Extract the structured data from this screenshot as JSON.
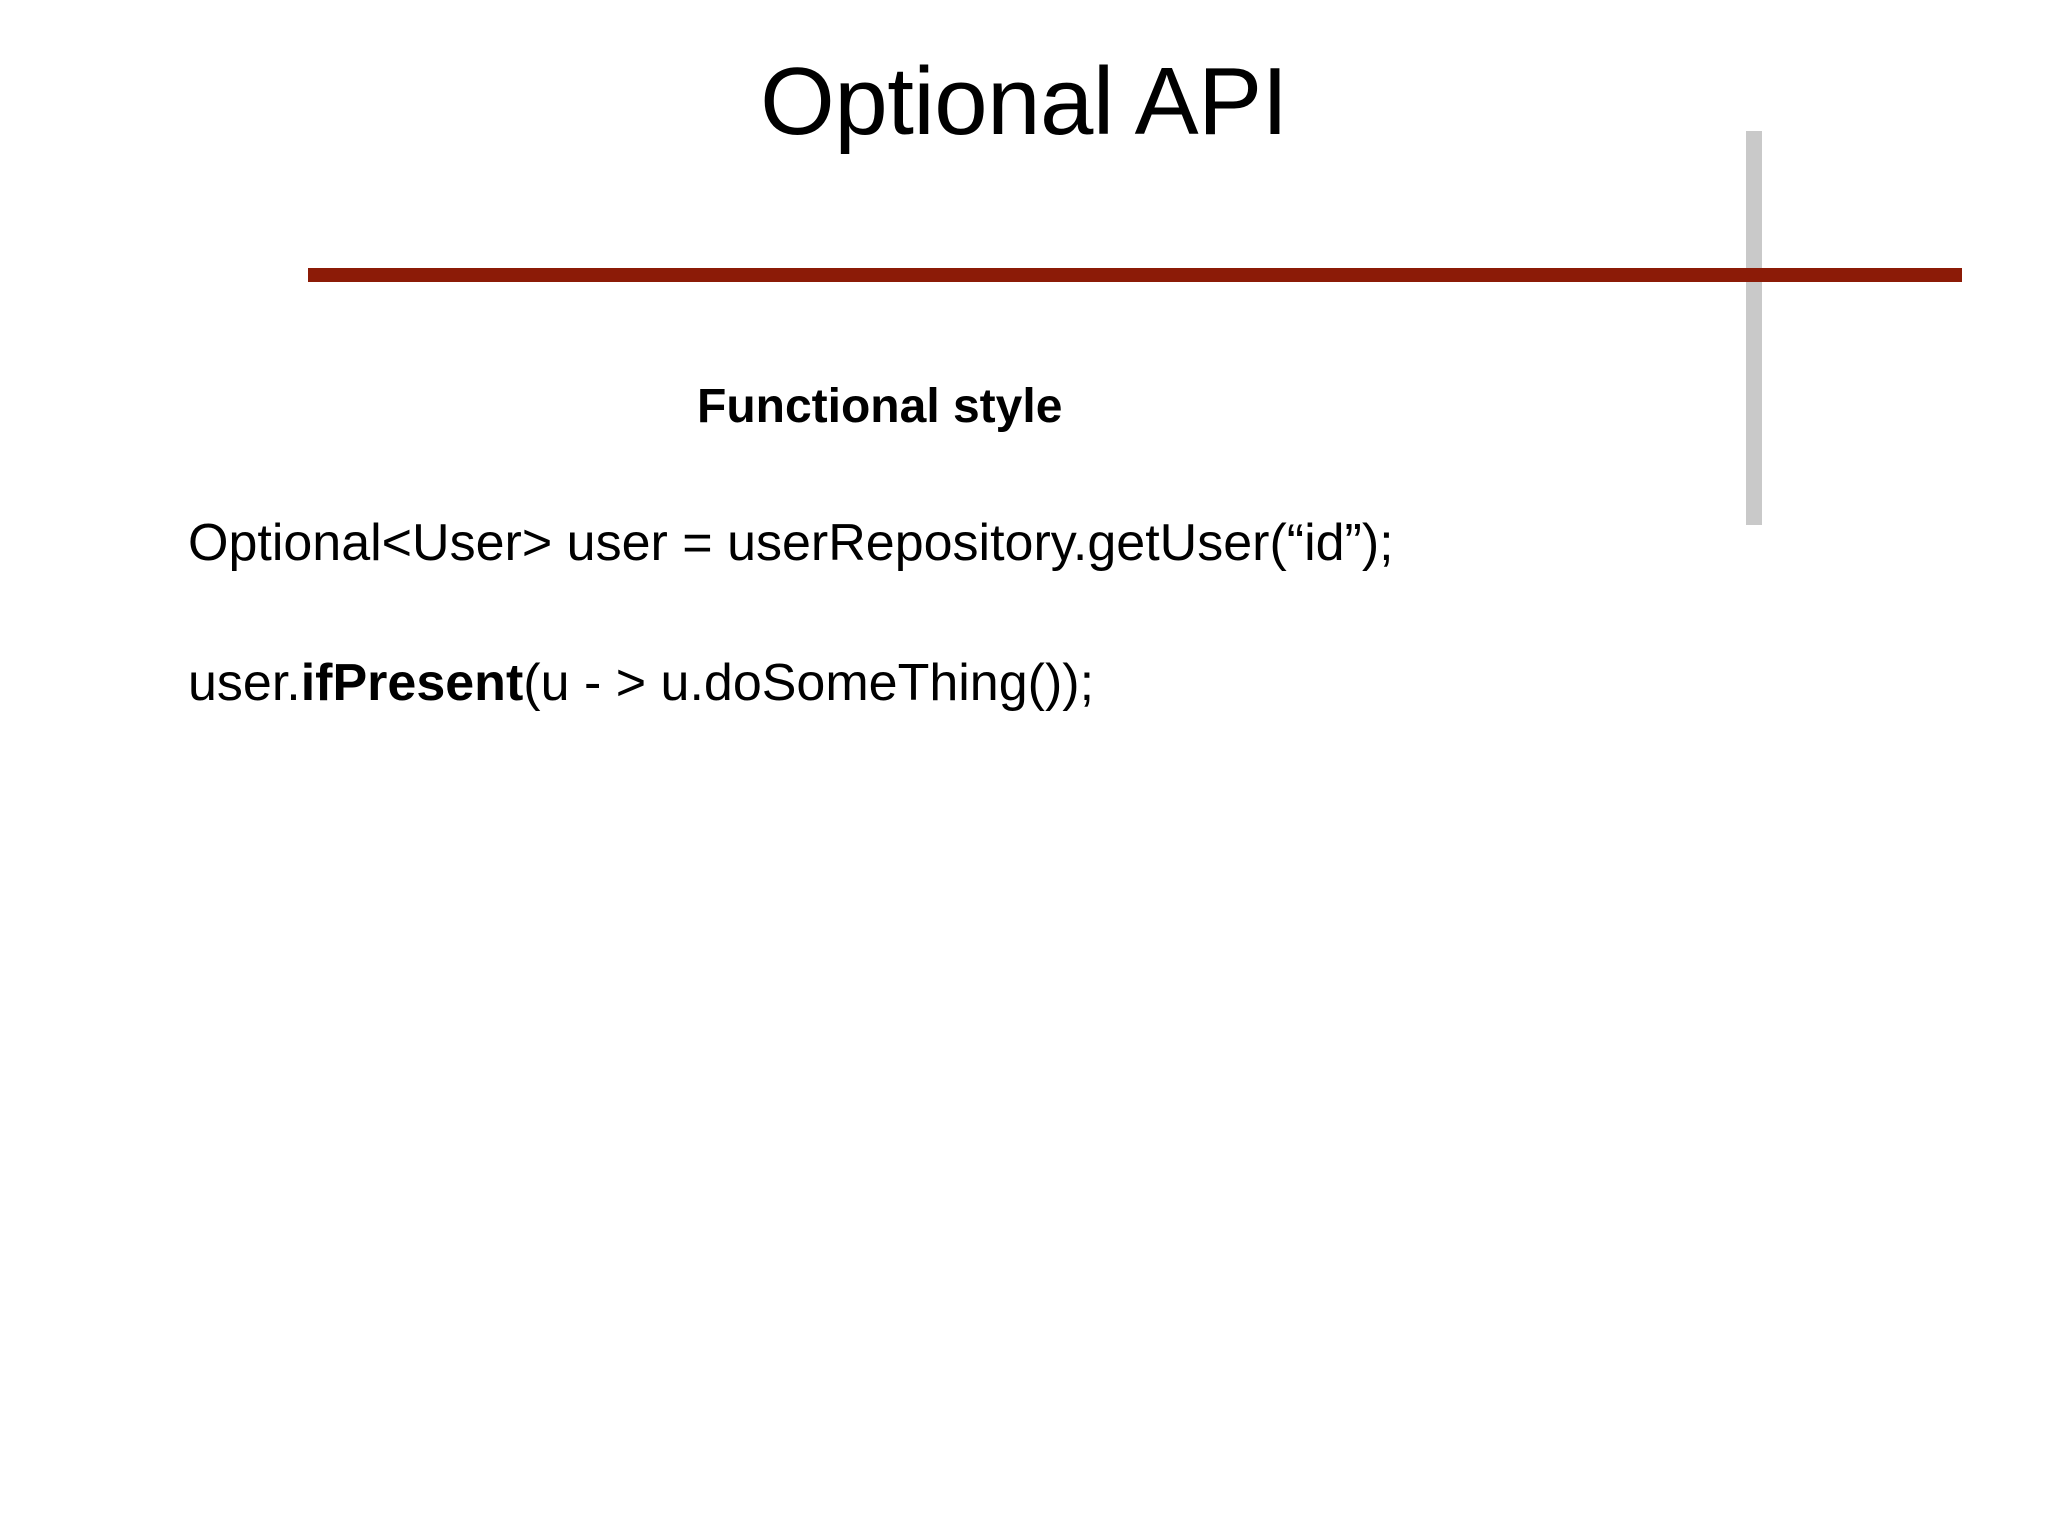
{
  "slide": {
    "title": "Optional API",
    "theme": {
      "accent_rule_color": "#8c1b07",
      "accent_bar_color": "#c9c9c9",
      "background_color": "#ffffff",
      "text_color": "#000000"
    },
    "heading": "Functional style",
    "code_lines": [
      {
        "id": "declaration",
        "parts": [
          {
            "text": "Optional<User> user = userRepository.getUser(“id”);",
            "bold": false
          }
        ],
        "plain": "Optional<User> user = userRepository.getUser(“id”);"
      },
      {
        "id": "if-present-call",
        "parts": [
          {
            "text": "user.",
            "bold": false
          },
          {
            "text": "ifPresent",
            "bold": true
          },
          {
            "text": "(u - > u.doSomeThing());",
            "bold": false
          }
        ],
        "plain": "user.ifPresent(u - > u.doSomeThing());"
      }
    ]
  }
}
